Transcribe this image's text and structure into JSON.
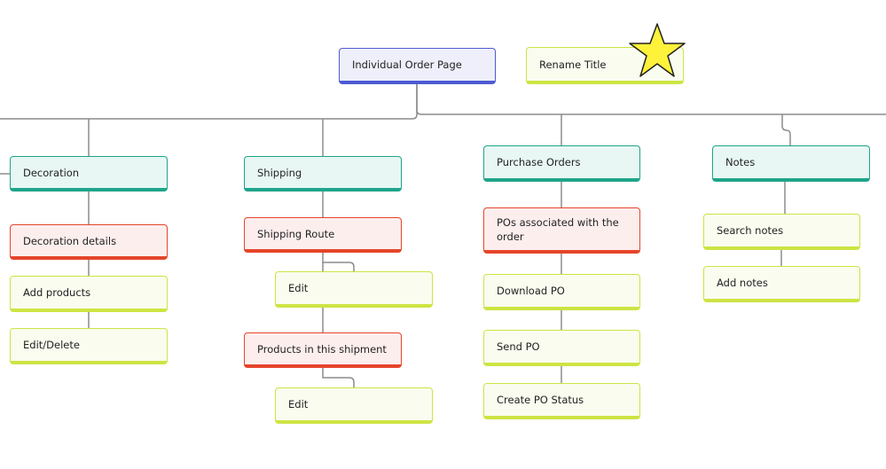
{
  "diagram": {
    "root": "Individual Order Page",
    "rename_title": "Rename Title",
    "sections": {
      "decoration": {
        "label": "Decoration",
        "items": [
          "Decoration details",
          "Add products",
          "Edit/Delete"
        ]
      },
      "shipping": {
        "label": "Shipping",
        "shipping_route": "Shipping Route",
        "route_edit": "Edit",
        "products_in_shipment": "Products in this shipment",
        "products_edit": "Edit"
      },
      "purchase_orders": {
        "label": "Purchase Orders",
        "items": [
          "POs associated with the order",
          "Download PO",
          "Send PO",
          "Create PO Status"
        ]
      },
      "notes": {
        "label": "Notes",
        "items": [
          "Search notes",
          "Add notes"
        ]
      }
    }
  },
  "colors": {
    "title_border": "#4d5ad2",
    "section_border": "#1fa58a",
    "sub_border": "#e5452b",
    "leaf_border": "#cde443",
    "star_fill": "#fff23a",
    "connector": "#8c8c8c"
  }
}
